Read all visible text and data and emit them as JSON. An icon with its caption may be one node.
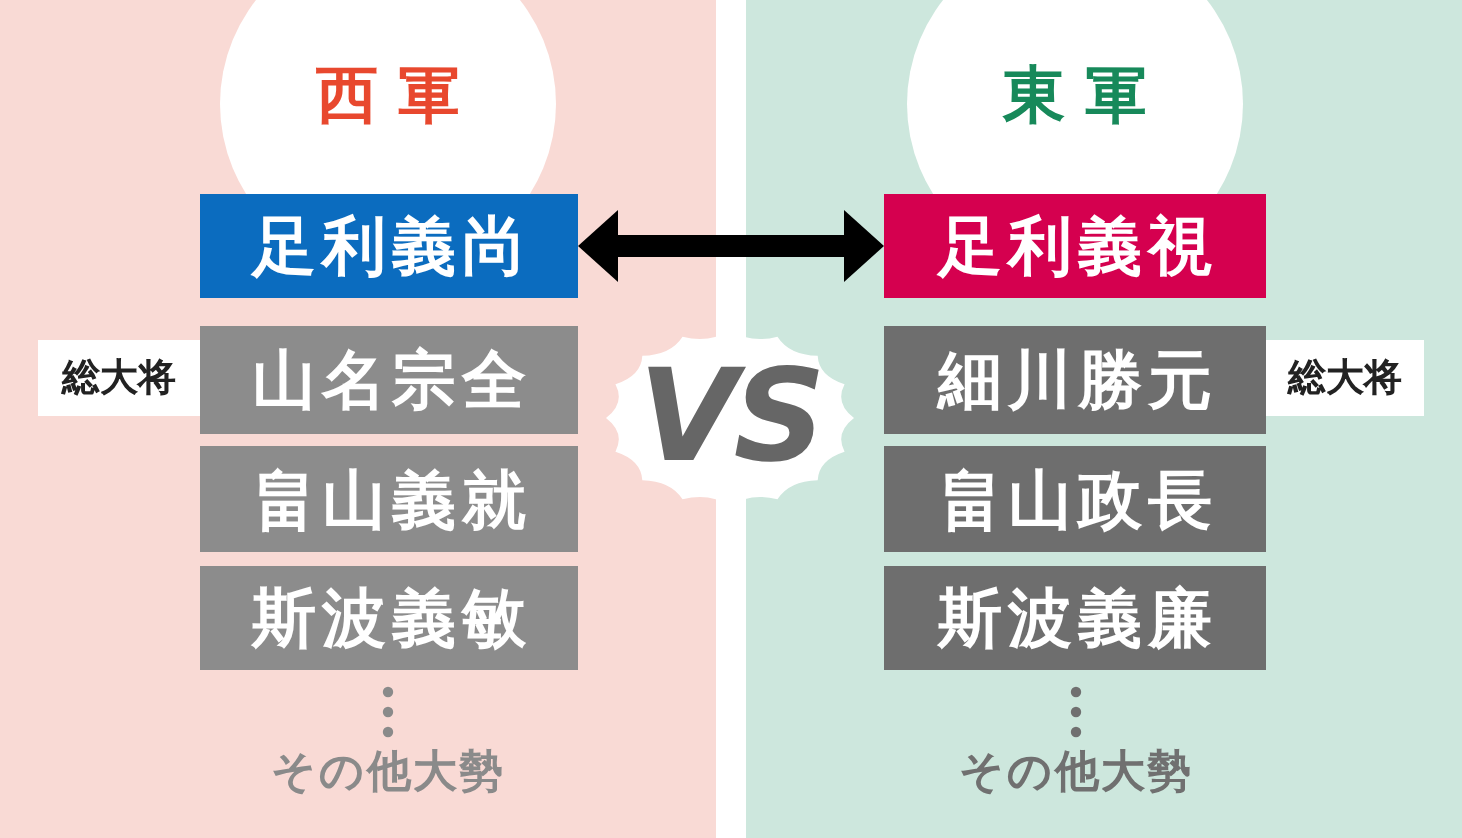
{
  "diagram": {
    "nodes": [
      {
        "text": [
          "西軍"
        ]
      },
      {
        "text": [
          "足利義尚"
        ]
      },
      {
        "text": [
          "山名宗全"
        ]
      },
      {
        "text": [
          "畠山義就"
        ]
      },
      {
        "text": [
          "斯波義敏"
        ]
      },
      {
        "text": [
          "総大将"
        ]
      },
      {
        "text": [
          "VS"
        ]
      },
      {
        "text": [
          "東軍"
        ]
      },
      {
        "text": [
          "足利義視"
        ]
      },
      {
        "text": [
          "細川勝元"
        ]
      },
      {
        "text": [
          "畠山政長"
        ]
      },
      {
        "text": [
          "斯波義廉"
        ]
      },
      {
        "text": [
          "総大将"
        ]
      }
    ],
    "edges": [
      {
        "from": 1,
        "to": 8,
        "arrow": "both"
      }
    ],
    "labels": [
      "その他大勢",
      "その他大勢"
    ]
  }
}
